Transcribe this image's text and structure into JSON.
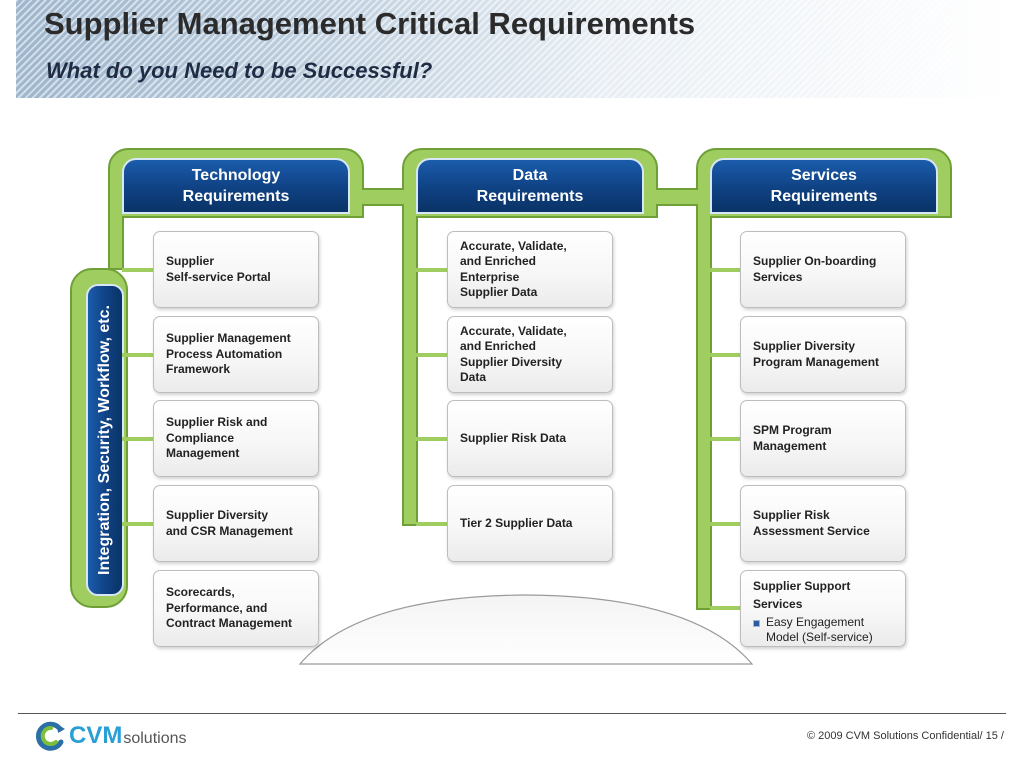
{
  "header": {
    "title": "Supplier Management Critical Requirements",
    "subtitle": "What do you Need to be Successful?"
  },
  "columns": [
    {
      "title_line1": "Technology",
      "title_line2": "Requirements",
      "items": [
        "Supplier\nSelf-service Portal",
        "Supplier Management\nProcess Automation\nFramework",
        "Supplier Risk and\nCompliance\nManagement",
        "Supplier Diversity\nand CSR Management",
        "Scorecards,\nPerformance, and\nContract Management"
      ]
    },
    {
      "title_line1": "Data",
      "title_line2": "Requirements",
      "items": [
        "Accurate, Validate,\nand Enriched\nEnterprise\nSupplier Data",
        "Accurate, Validate,\nand Enriched\nSupplier Diversity\nData",
        "Supplier Risk Data",
        "Tier 2 Supplier Data"
      ]
    },
    {
      "title_line1": "Services",
      "title_line2": "Requirements",
      "items": [
        "Supplier On-boarding\nServices",
        "Supplier Diversity\nProgram Management",
        "SPM Program\nManagement",
        "Supplier Risk\nAssessment Service"
      ],
      "support": {
        "title": "Supplier Support\nServices",
        "bullet": "Easy Engagement\nModel (Self-service)"
      }
    }
  ],
  "side_label": "Integration, Security, Workflow, etc.",
  "footer": {
    "logo_cvm": "CVM",
    "logo_solutions": "solutions",
    "copyright": "© 2009 CVM Solutions Confidential/ 15 /"
  }
}
